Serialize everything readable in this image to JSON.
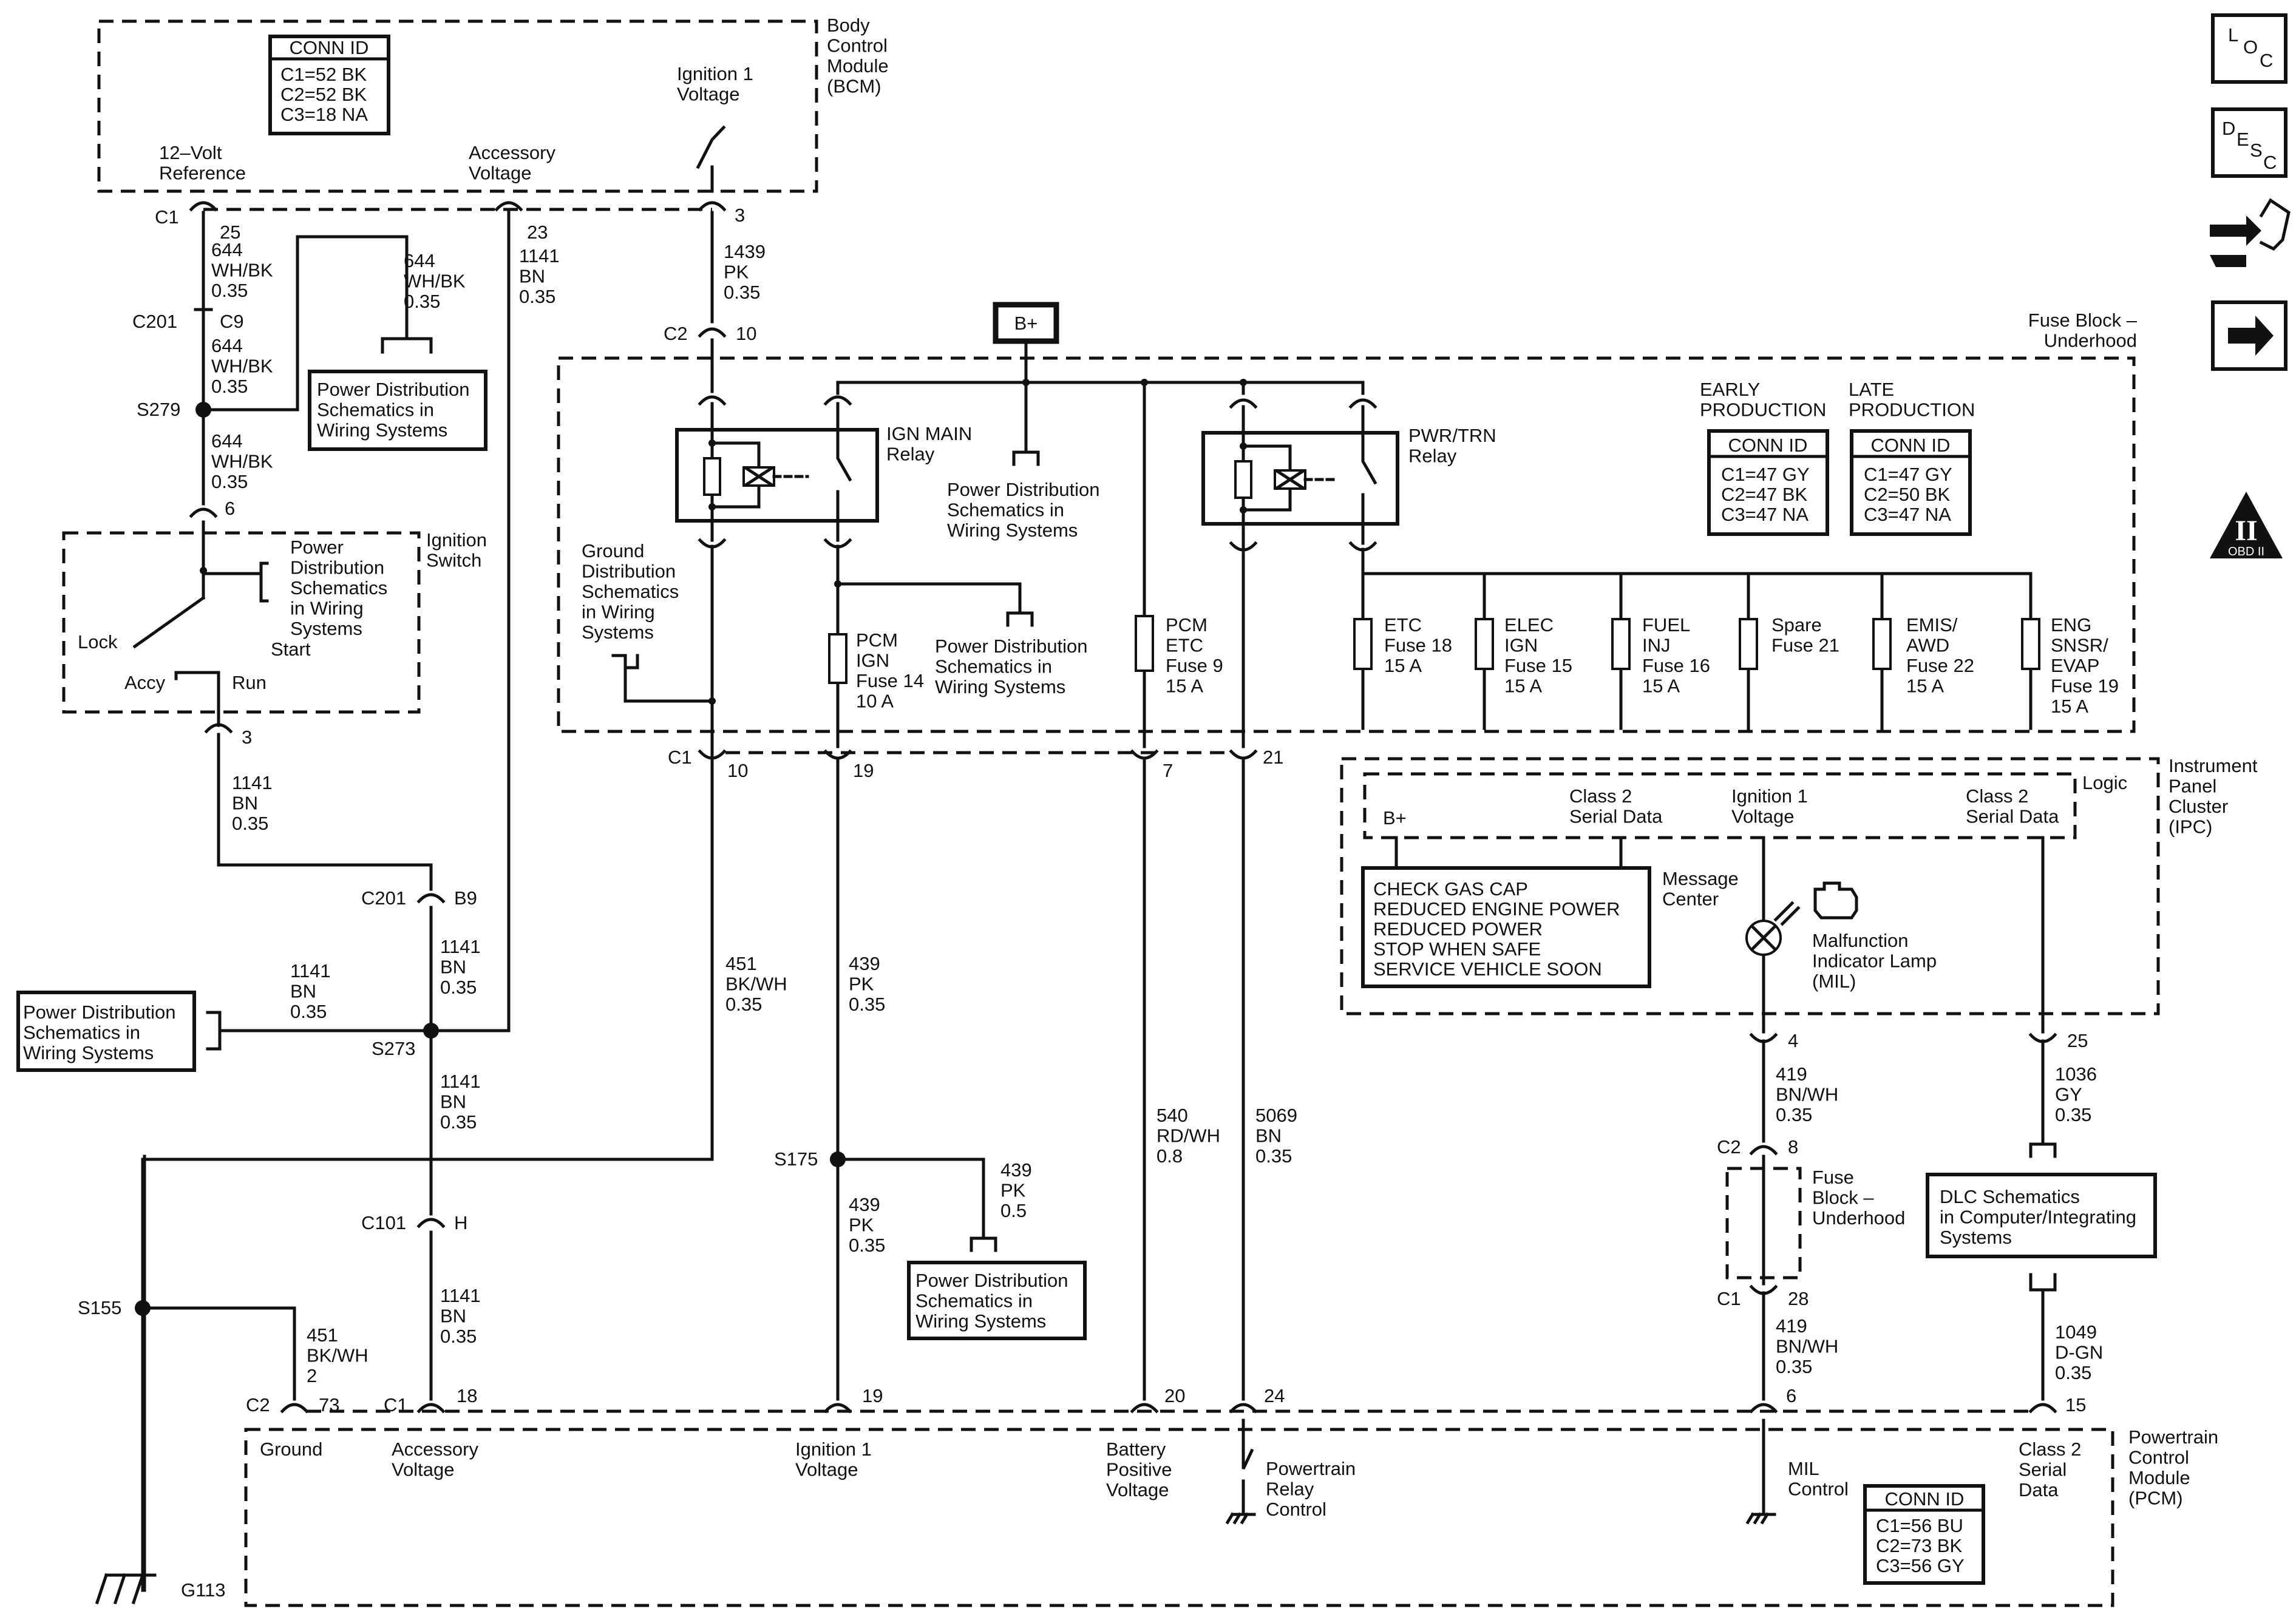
{
  "modules": {
    "bcm": "Body\nControl\nModule\n(BCM)",
    "fuse_block": "Fuse Block –\nUnderhood",
    "ign_switch": "Ignition\nSwitch",
    "ipc": "Instrument\nPanel\nCluster\n(IPC)",
    "pcm": "Powertrain\nControl\nModule\n(PCM)",
    "ipc_logic": "Logic",
    "fuse_block_inline": "Fuse\nBlock –\nUnderhood"
  },
  "conn_tables": {
    "bcm": {
      "title": "CONN ID",
      "rows": [
        "C1=52 BK",
        "C2=52 BK",
        "C3=18 NA"
      ]
    },
    "early": {
      "caption": "EARLY\nPRODUCTION",
      "title": "CONN ID",
      "rows": [
        "C1=47 GY",
        "C2=47 BK",
        "C3=47 NA"
      ]
    },
    "late": {
      "caption": "LATE\nPRODUCTION",
      "title": "CONN ID",
      "rows": [
        "C1=47 GY",
        "C2=50 BK",
        "C3=47 NA"
      ]
    },
    "pcm": {
      "title": "CONN ID",
      "rows": [
        "C1=56 BU",
        "C2=73 BK",
        "C3=56 GY"
      ]
    }
  },
  "bcm_pins": {
    "ref12": "12–Volt\nReference",
    "acc": "Accessory\nVoltage",
    "ign1": "Ignition 1\nVoltage"
  },
  "b_plus": "B+",
  "relays": {
    "ign_main": "IGN MAIN\nRelay",
    "pwr_trn": "PWR/TRN\nRelay"
  },
  "fuses": [
    {
      "id": "pcm_ign",
      "label": "PCM\nIGN\nFuse 14\n10 A"
    },
    {
      "id": "pcm_etc",
      "label": "PCM\nETC\nFuse 9\n15 A"
    },
    {
      "id": "etc",
      "label": "ETC\nFuse 18\n15 A"
    },
    {
      "id": "elec_ign",
      "label": "ELEC\nIGN\nFuse 15\n15 A"
    },
    {
      "id": "fuel_inj",
      "label": "FUEL\nINJ\nFuse 16\n15 A"
    },
    {
      "id": "spare",
      "label": "Spare\nFuse 21"
    },
    {
      "id": "emis",
      "label": "EMIS/\nAWD\nFuse 22\n15 A"
    },
    {
      "id": "eng",
      "label": "ENG\nSNSR/\nEVAP\nFuse 19\n15 A"
    }
  ],
  "refs": {
    "pwr_dist": "Power Distribution\nSchematics in\nWiring Systems",
    "pwr_dist_relay": "Power Distribution\nSchematics in\nWiring Systems",
    "pwr_dist_ign_switch": "Power\nDistribution\nSchematics\nin Wiring\nSystems",
    "ground_dist": "Ground\nDistribution\nSchematics\nin Wiring\nSystems",
    "dlc": "DLC Schematics\nin Computer/Integrating\nSystems"
  },
  "ign_switch_positions": {
    "lock": "Lock",
    "accy": "Accy",
    "run": "Run",
    "start": "Start"
  },
  "splices": {
    "s279": "S279",
    "s273": "S273",
    "s175": "S175",
    "s155": "S155"
  },
  "ground": "G113",
  "wires": {
    "w644a": "644\nWH/BK\n0.35",
    "w644b": "644\nWH/BK\n0.35",
    "w644c": "644\nWH/BK\n0.35",
    "w644d": "644\nWH/BK\n0.35",
    "w1141a": "1141\nBN\n0.35",
    "w1439": "1439\nPK\n0.35",
    "w1141b": "1141\nBN\n0.35",
    "w1141c": "1141\nBN\n0.35",
    "w1141d": "1141\nBN\n0.35",
    "w1141e": "1141\nBN\n0.35",
    "w1141f": "1141\nBN\n0.35",
    "w451": "451\nBK/WH\n0.35",
    "w451b": "451\nBK/WH\n2",
    "w439a": "439\nPK\n0.35",
    "w439b": "439\nPK\n0.5",
    "w439c": "439\nPK\n0.35",
    "w540": "540\nRD/WH\n0.8",
    "w5069": "5069\nBN\n0.35",
    "w419a": "419\nBN/WH\n0.35",
    "w419b": "419\nBN/WH\n0.35",
    "w1036": "1036\nGY\n0.35",
    "w1049": "1049\nD-GN\n0.35"
  },
  "connectors": {
    "c1_25": "C1",
    "p25": "25",
    "c201_c9": "C201",
    "pc9": "C9",
    "p23": "23",
    "p3": "3",
    "c2_10": "C2",
    "p10": "10",
    "p6": "6",
    "p3b": "3",
    "c201_b9": "C201",
    "pb9": "B9",
    "c1_fb": "C1",
    "pf10": "10",
    "pf19": "19",
    "pf7": "7",
    "pf21": "21",
    "c101": "C101",
    "ph": "H",
    "c2_pcm": "C2",
    "p73": "73",
    "c1_pcm": "C1",
    "p18": "18",
    "p19": "19",
    "p20": "20",
    "p24": "24",
    "p6b": "6",
    "p15": "15",
    "p4": "4",
    "p25b": "25",
    "c2_8": "C2",
    "p8": "8",
    "c1_28": "C1",
    "p28": "28"
  },
  "ipc_pins": {
    "bplus": "B+",
    "class2a": "Class 2\nSerial Data",
    "ign1": "Ignition 1\nVoltage",
    "class2b": "Class 2\nSerial Data"
  },
  "message_center": {
    "label": "Message\nCenter",
    "lines": [
      "CHECK GAS CAP",
      "REDUCED ENGINE POWER",
      "REDUCED POWER",
      "STOP WHEN SAFE",
      "SERVICE VEHICLE SOON"
    ]
  },
  "mil": "Malfunction\nIndicator Lamp\n(MIL)",
  "pcm_pins": {
    "ground": "Ground",
    "acc": "Accessory\nVoltage",
    "ign1": "Ignition 1\nVoltage",
    "batt": "Battery\nPositive\nVoltage",
    "ptrelay": "Powertrain\nRelay\nControl",
    "mil": "MIL\nControl",
    "class2": "Class 2\nSerial\nData"
  },
  "side_icons": {
    "loc": [
      "L",
      "O",
      "C"
    ],
    "desc": [
      "D",
      "E",
      "S",
      "C"
    ],
    "obd": "OBD II",
    "obd_roman": "II"
  }
}
